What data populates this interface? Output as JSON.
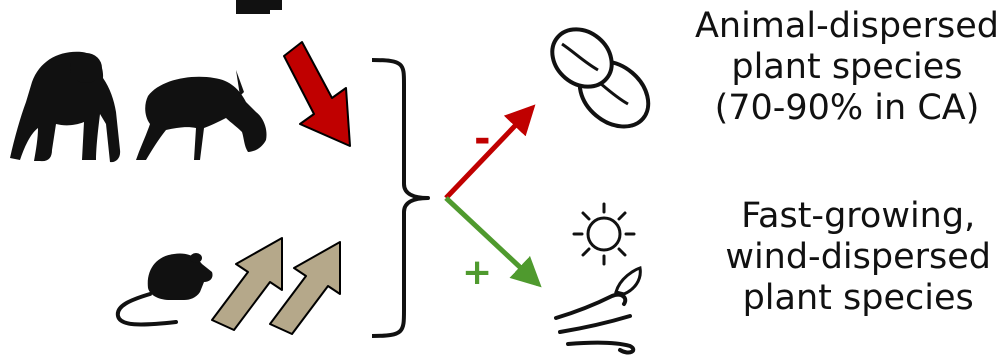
{
  "colors": {
    "decrease_arrow": "#c00000",
    "increase_arrow": "#b5a88a",
    "negative_effect": "#c00000",
    "positive_effect": "#4f9a2e",
    "silhouette": "#111111"
  },
  "icons": {
    "gorilla": "gorilla-silhouette",
    "duiker": "duiker-silhouette",
    "rodent": "rodent-silhouette",
    "seed": "coffee-bean-seed",
    "sun": "sun",
    "wind": "wind-with-leaf"
  },
  "signs": {
    "negative": "-",
    "positive": "+"
  },
  "labels": {
    "animal_dispersed": [
      "Animal-dispersed",
      "plant species",
      "(70-90% in CA)"
    ],
    "fast_growing": [
      "Fast-growing,",
      "wind-dispersed",
      "plant species"
    ]
  }
}
